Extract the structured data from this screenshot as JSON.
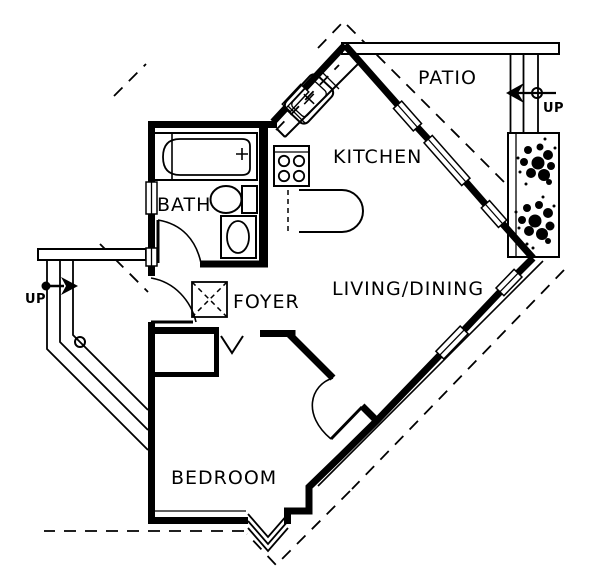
{
  "labels": {
    "patio": "PATIO",
    "kitchen": "KITCHEN",
    "bath": "BATH",
    "foyer": "FOYER",
    "living_dining": "LIVING/DINING",
    "bedroom": "BEDROOM",
    "stair_left": "UP",
    "stair_right": "UP"
  },
  "colors": {
    "line": "#000000",
    "background": "#ffffff"
  },
  "fixtures": [
    "bathtub",
    "toilet",
    "vanity-sink",
    "bath-door",
    "entry-door",
    "kitchen-sink",
    "range-cooktop",
    "kitchen-counter",
    "breakfast-counter",
    "entry-tile",
    "bedroom-closet",
    "closet-door",
    "bedroom-door",
    "bay-window",
    "planter-shrubs",
    "patio-stairs-up",
    "entry-stairs-up",
    "roof-overhang-dashed"
  ]
}
